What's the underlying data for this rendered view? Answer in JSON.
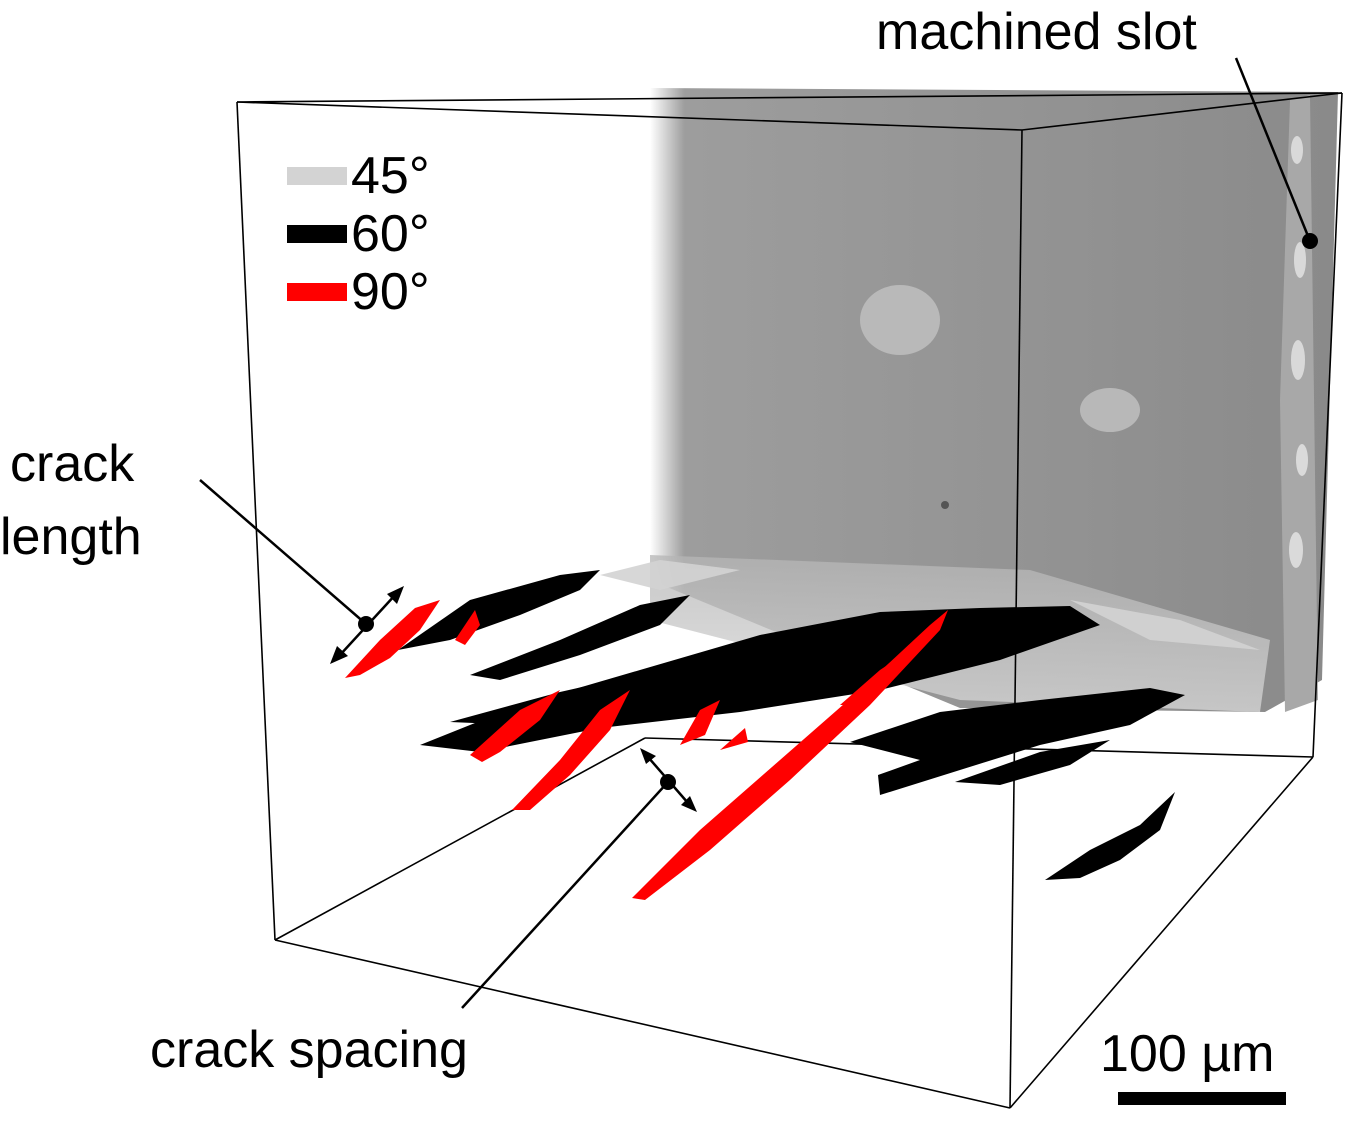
{
  "annotations": {
    "machined_slot": "machined slot",
    "crack_length_line1": "crack",
    "crack_length_line2": "length",
    "crack_spacing": "crack spacing",
    "scale_bar": "100 µm"
  },
  "legend": [
    {
      "label": "45°",
      "color": "#d3d3d3"
    },
    {
      "label": "60°",
      "color": "#000000"
    },
    {
      "label": "90°",
      "color": "#ff0000"
    }
  ],
  "colors": {
    "slot_gray": "#8c8c8c",
    "crack_60": "#000000",
    "crack_90": "#ff0000",
    "crack_45": "#d3d3d3",
    "box_line": "#000000"
  }
}
